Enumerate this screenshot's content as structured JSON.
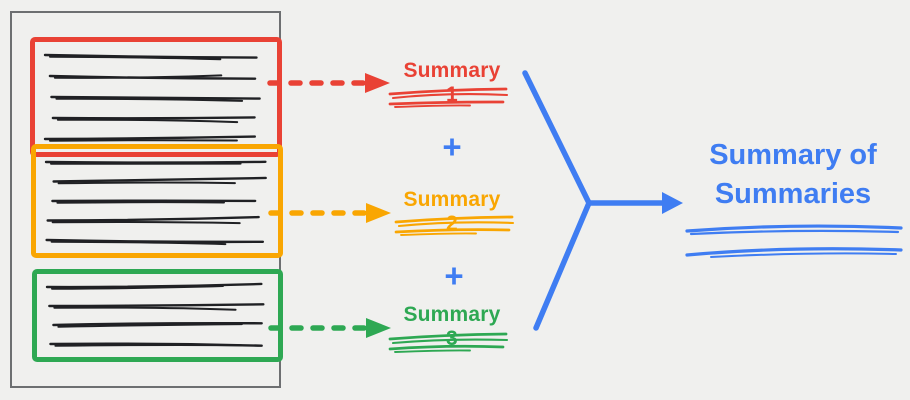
{
  "colors": {
    "red": "#E94235",
    "orange": "#F9A602",
    "green": "#2EA853",
    "blue": "#3F7DF2",
    "ink": "#202124",
    "frame": "#6D6F71",
    "background": "#F0F0EE"
  },
  "document": {
    "name": "source-document",
    "chunks": [
      {
        "name": "chunk-1",
        "color": "red",
        "text_lines": 5
      },
      {
        "name": "chunk-2",
        "color": "orange",
        "text_lines": 5
      },
      {
        "name": "chunk-3",
        "color": "green",
        "text_lines": 4
      }
    ]
  },
  "summaries": [
    {
      "label": "Summary 1",
      "color": "red"
    },
    {
      "label": "Summary 2",
      "color": "orange"
    },
    {
      "label": "Summary 3",
      "color": "green"
    }
  ],
  "plus_operator": "+",
  "result": {
    "label": "Summary of Summaries",
    "color": "blue"
  }
}
